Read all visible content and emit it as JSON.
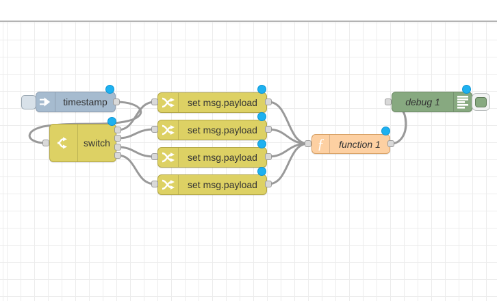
{
  "workspace": {
    "background_color": "#ffffff",
    "grid_color": "#ececec",
    "wire_color": "#999999",
    "port_color": "#d9d9d9",
    "changed_dot_color": "#1eb1f0",
    "nodes": {
      "inject": {
        "label": "timestamp",
        "type": "inject",
        "color": "#a6bbcf",
        "icon": "inject-arrow-icon",
        "has_button": true,
        "changed": true
      },
      "switch1": {
        "label": "switch",
        "type": "switch",
        "color": "#ddd164",
        "icon": "fork-icon",
        "outputs": 4,
        "changed": true
      },
      "change1": {
        "label": "set msg.payload",
        "type": "change",
        "color": "#ddd164",
        "icon": "shuffle-icon",
        "changed": true
      },
      "change2": {
        "label": "set msg.payload",
        "type": "change",
        "color": "#ddd164",
        "icon": "shuffle-icon",
        "changed": true
      },
      "change3": {
        "label": "set msg.payload",
        "type": "change",
        "color": "#ddd164",
        "icon": "shuffle-icon",
        "changed": true
      },
      "change4": {
        "label": "set msg.payload",
        "type": "change",
        "color": "#ddd164",
        "icon": "shuffle-icon",
        "changed": true
      },
      "function1": {
        "label": "function 1",
        "type": "function",
        "color": "#fdd0a2",
        "icon": "function-f-icon",
        "icon_glyph": "ƒ",
        "changed": true
      },
      "debug1": {
        "label": "debug 1",
        "type": "debug",
        "color": "#87a980",
        "icon": "debug-list-icon",
        "has_toggle_button": true,
        "changed": true
      }
    },
    "wires": [
      {
        "from": "timestamp",
        "to": "switch"
      },
      {
        "from": "switch output 1",
        "to": "set msg.payload 1"
      },
      {
        "from": "switch output 2",
        "to": "set msg.payload 2"
      },
      {
        "from": "switch output 3",
        "to": "set msg.payload 3"
      },
      {
        "from": "switch output 4",
        "to": "set msg.payload 4"
      },
      {
        "from": "set msg.payload 1",
        "to": "function 1"
      },
      {
        "from": "set msg.payload 2",
        "to": "function 1"
      },
      {
        "from": "set msg.payload 3",
        "to": "function 1"
      },
      {
        "from": "set msg.payload 4",
        "to": "function 1"
      }
    ]
  }
}
